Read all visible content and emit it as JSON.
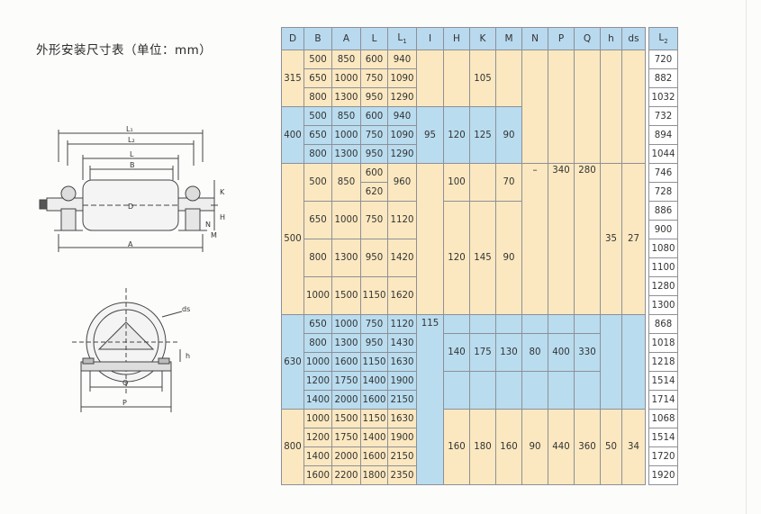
{
  "page": {
    "title": "外形安装尺寸表（单位：mm）"
  },
  "figure": {
    "side_labels": [
      "L₁",
      "L₂",
      "L",
      "B",
      "D",
      "K",
      "H",
      "N",
      "M",
      "A"
    ],
    "end_labels": [
      "ds",
      "h",
      "Q",
      "P"
    ]
  },
  "table": {
    "headers": [
      "D",
      "B",
      "A",
      "L",
      "L",
      "1",
      "I",
      "H",
      "K",
      "M",
      "N",
      "P",
      "Q",
      "h",
      "ds",
      "L",
      "2"
    ],
    "cells": {
      "D": [
        "315",
        "400",
        "500",
        "630",
        "800"
      ],
      "B": [
        "500",
        "650",
        "800",
        "500",
        "650",
        "800",
        "500",
        "650",
        "800",
        "1000",
        "650",
        "800",
        "1000",
        "1200",
        "1400",
        "1000",
        "1200",
        "1400",
        "1600"
      ],
      "A": [
        "850",
        "1000",
        "1300",
        "850",
        "1000",
        "1300",
        "850",
        "1000",
        "1300",
        "1500",
        "1000",
        "1300",
        "1600",
        "1750",
        "2000",
        "1500",
        "1750",
        "2000",
        "2200"
      ],
      "L": [
        "600",
        "750",
        "950",
        "600",
        "750",
        "950",
        "600",
        "620",
        "750",
        "950",
        "1150",
        "750",
        "950",
        "1150",
        "1400",
        "1600",
        "1150",
        "1400",
        "1600",
        "1800"
      ],
      "L1": [
        "940",
        "1090",
        "1290",
        "940",
        "1090",
        "1290",
        "960",
        "1120",
        "1420",
        "1620",
        "1120",
        "1430",
        "1630",
        "1900",
        "2150",
        "1630",
        "1900",
        "2150",
        "2350"
      ],
      "I": [
        "95",
        "115"
      ],
      "H": [
        "120",
        "100",
        "120",
        "140",
        "160"
      ],
      "K": [
        "105",
        "125",
        "145",
        "175",
        "180"
      ],
      "M": [
        "90",
        "70",
        "90",
        "130",
        "160"
      ],
      "N": [
        "–",
        "80",
        "90"
      ],
      "P": [
        "340",
        "400",
        "440"
      ],
      "Q": [
        "280",
        "330",
        "360"
      ],
      "h": [
        "35",
        "50"
      ],
      "ds": [
        "27",
        "34"
      ],
      "L2": [
        "720",
        "882",
        "1032",
        "732",
        "894",
        "1044",
        "746",
        "728",
        "886",
        "900",
        "1080",
        "1100",
        "1280",
        "1300",
        "868",
        "1018",
        "1218",
        "1514",
        "1714",
        "1068",
        "1514",
        "1720",
        "1920"
      ]
    }
  }
}
